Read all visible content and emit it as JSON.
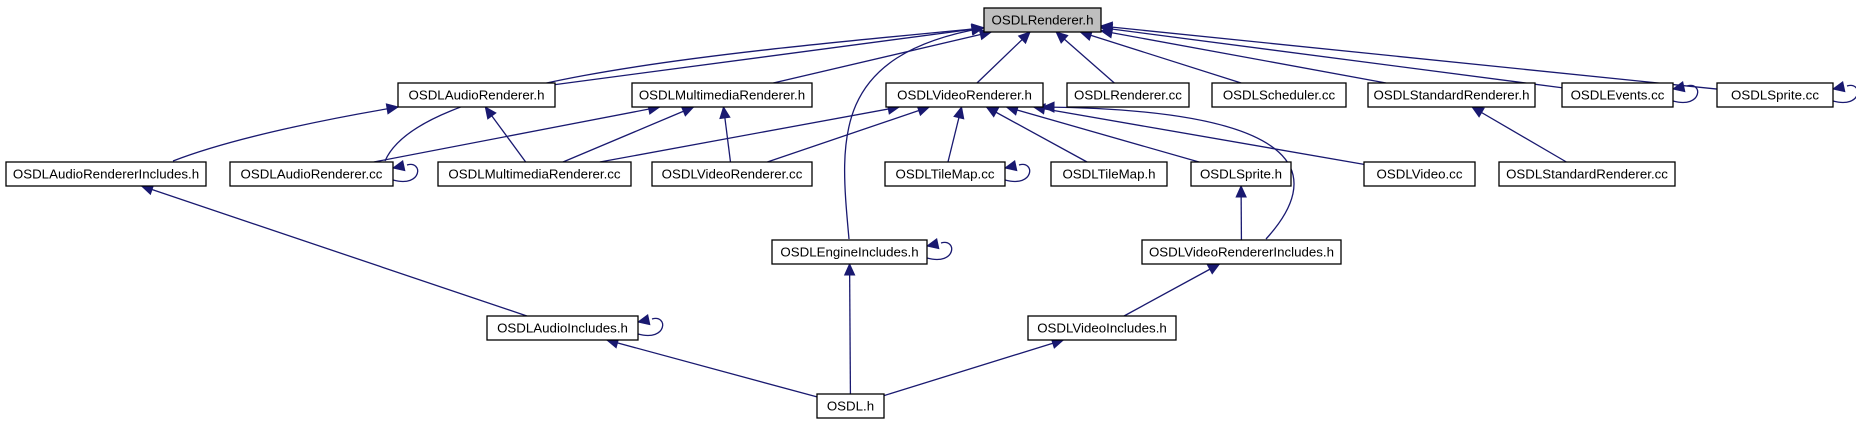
{
  "diagram": {
    "root_label": "OSDLRenderer.h",
    "nodes": [
      {
        "id": "renderer_h",
        "label": "OSDLRenderer.h"
      },
      {
        "id": "audio_renderer_h",
        "label": "OSDLAudioRenderer.h"
      },
      {
        "id": "multimedia_renderer_h",
        "label": "OSDLMultimediaRenderer.h"
      },
      {
        "id": "video_renderer_h",
        "label": "OSDLVideoRenderer.h"
      },
      {
        "id": "renderer_cc",
        "label": "OSDLRenderer.cc"
      },
      {
        "id": "scheduler_cc",
        "label": "OSDLScheduler.cc"
      },
      {
        "id": "standard_renderer_h",
        "label": "OSDLStandardRenderer.h"
      },
      {
        "id": "events_cc",
        "label": "OSDLEvents.cc"
      },
      {
        "id": "sprite_cc",
        "label": "OSDLSprite.cc"
      },
      {
        "id": "audio_renderer_includes_h",
        "label": "OSDLAudioRendererIncludes.h"
      },
      {
        "id": "audio_renderer_cc",
        "label": "OSDLAudioRenderer.cc"
      },
      {
        "id": "multimedia_renderer_cc",
        "label": "OSDLMultimediaRenderer.cc"
      },
      {
        "id": "video_renderer_cc",
        "label": "OSDLVideoRenderer.cc"
      },
      {
        "id": "tilemap_cc",
        "label": "OSDLTileMap.cc"
      },
      {
        "id": "tilemap_h",
        "label": "OSDLTileMap.h"
      },
      {
        "id": "sprite_h",
        "label": "OSDLSprite.h"
      },
      {
        "id": "video_cc",
        "label": "OSDLVideo.cc"
      },
      {
        "id": "standard_renderer_cc",
        "label": "OSDLStandardRenderer.cc"
      },
      {
        "id": "engine_includes_h",
        "label": "OSDLEngineIncludes.h"
      },
      {
        "id": "video_renderer_includes_h",
        "label": "OSDLVideoRendererIncludes.h"
      },
      {
        "id": "audio_includes_h",
        "label": "OSDLAudioIncludes.h"
      },
      {
        "id": "video_includes_h",
        "label": "OSDLVideoIncludes.h"
      },
      {
        "id": "osdl_h",
        "label": "OSDL.h"
      }
    ],
    "edges": [
      {
        "from": "audio_renderer_h",
        "to": "renderer_h"
      },
      {
        "from": "audio_renderer_cc",
        "to": "renderer_h"
      },
      {
        "from": "multimedia_renderer_h",
        "to": "renderer_h"
      },
      {
        "from": "engine_includes_h",
        "to": "renderer_h"
      },
      {
        "from": "video_renderer_h",
        "to": "renderer_h"
      },
      {
        "from": "renderer_cc",
        "to": "renderer_h"
      },
      {
        "from": "scheduler_cc",
        "to": "renderer_h"
      },
      {
        "from": "standard_renderer_h",
        "to": "renderer_h"
      },
      {
        "from": "events_cc",
        "to": "renderer_h"
      },
      {
        "from": "sprite_cc",
        "to": "renderer_h"
      },
      {
        "from": "audio_renderer_includes_h",
        "to": "audio_renderer_h"
      },
      {
        "from": "multimedia_renderer_cc",
        "to": "audio_renderer_h"
      },
      {
        "from": "audio_renderer_cc",
        "to": "multimedia_renderer_h"
      },
      {
        "from": "multimedia_renderer_cc",
        "to": "multimedia_renderer_h"
      },
      {
        "from": "video_renderer_cc",
        "to": "multimedia_renderer_h"
      },
      {
        "from": "multimedia_renderer_cc",
        "to": "video_renderer_h"
      },
      {
        "from": "video_renderer_cc",
        "to": "video_renderer_h"
      },
      {
        "from": "tilemap_cc",
        "to": "video_renderer_h"
      },
      {
        "from": "tilemap_h",
        "to": "video_renderer_h"
      },
      {
        "from": "sprite_h",
        "to": "video_renderer_h"
      },
      {
        "from": "video_renderer_includes_h",
        "to": "video_renderer_h"
      },
      {
        "from": "video_cc",
        "to": "video_renderer_h"
      },
      {
        "from": "standard_renderer_cc",
        "to": "standard_renderer_h"
      },
      {
        "from": "audio_renderer_cc",
        "to": "audio_renderer_cc"
      },
      {
        "from": "tilemap_cc",
        "to": "tilemap_cc"
      },
      {
        "from": "events_cc",
        "to": "events_cc"
      },
      {
        "from": "sprite_cc",
        "to": "sprite_cc"
      },
      {
        "from": "engine_includes_h",
        "to": "engine_includes_h"
      },
      {
        "from": "audio_includes_h",
        "to": "audio_includes_h"
      },
      {
        "from": "video_renderer_includes_h",
        "to": "sprite_h"
      },
      {
        "from": "audio_includes_h",
        "to": "audio_renderer_includes_h"
      },
      {
        "from": "video_includes_h",
        "to": "video_renderer_includes_h"
      },
      {
        "from": "osdl_h",
        "to": "audio_includes_h"
      },
      {
        "from": "osdl_h",
        "to": "engine_includes_h"
      },
      {
        "from": "osdl_h",
        "to": "video_includes_h"
      }
    ]
  }
}
